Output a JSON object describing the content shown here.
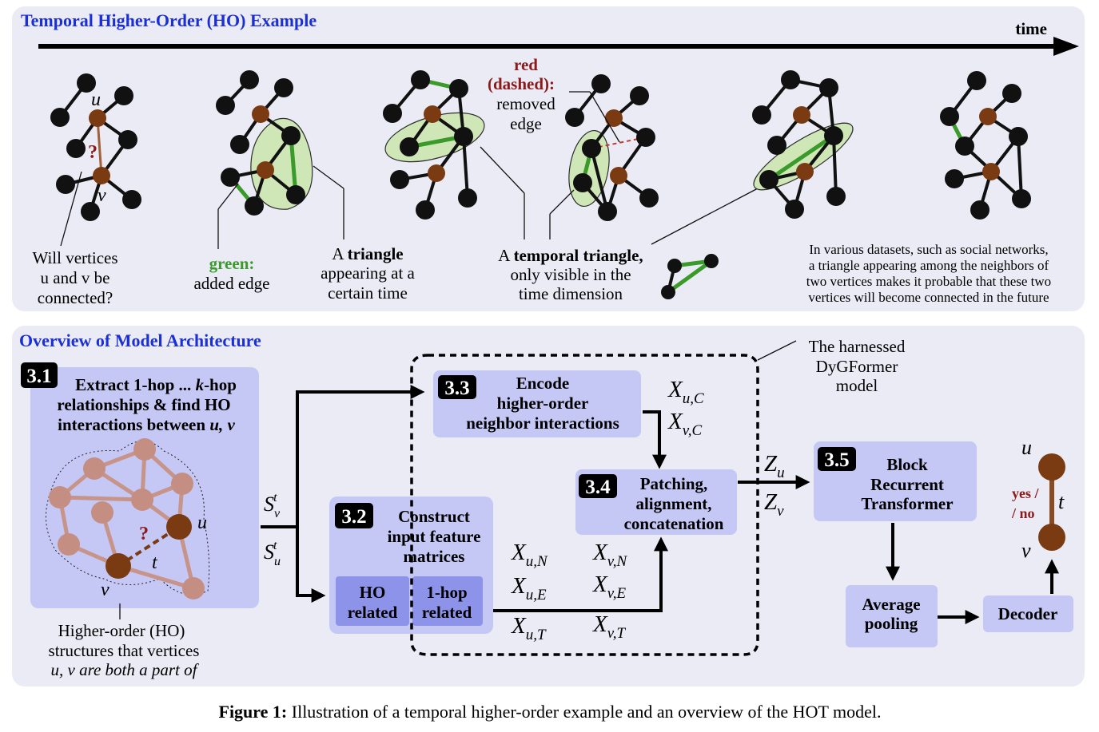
{
  "top_panel": {
    "title": "Temporal Higher-Order (HO) Example",
    "time_label": "time",
    "u_label": "u",
    "v_label": "v",
    "question_mark": "?",
    "q1": [
      "Will vertices",
      "u and v be",
      "connected?"
    ],
    "green_label": "green:",
    "green_desc": "added edge",
    "triangle_pre": "A ",
    "triangle_bold": "triangle",
    "triangle_rest": [
      "appearing at a",
      "certain time"
    ],
    "red_label": [
      "red",
      "(dashed):"
    ],
    "red_desc": [
      "removed",
      "edge"
    ],
    "temporal_pre": "A ",
    "temporal_bold": "temporal triangle,",
    "temporal_rest": [
      "only visible in the",
      "time dimension"
    ],
    "dataset_note": [
      "In various datasets, such as social networks,",
      "a triangle appearing among the neighbors of",
      "two vertices makes it probable that these two",
      "vertices will become connected in the future"
    ]
  },
  "bottom_panel": {
    "title": "Overview of Model Architecture",
    "s31": {
      "badge": "3.1",
      "lines": [
        "Extract 1-hop ... ",
        "relationships & find HO",
        "interactions between "
      ],
      "k": "k",
      "khop": "-hop",
      "uv": "u, v",
      "u": "u",
      "v": "v",
      "t": "t",
      "q": "?"
    },
    "s31_caption": [
      "Higher-order (HO)",
      "structures that vertices",
      "u, v are both a part of"
    ],
    "s32": {
      "badge": "3.2",
      "lines": [
        "Construct",
        "input feature",
        "matrices"
      ],
      "ho_related": [
        "HO",
        "related"
      ],
      "hop_related": [
        "1-hop",
        "related"
      ]
    },
    "s33": {
      "badge": "3.3",
      "lines": [
        "Encode",
        "higher-order",
        "neighbor interactions"
      ]
    },
    "s34": {
      "badge": "3.4",
      "lines": [
        "Patching,",
        "alignment,",
        "concatenation"
      ]
    },
    "s35": {
      "badge": "3.5",
      "lines": [
        "Block",
        "Recurrent",
        "Transformer"
      ]
    },
    "pooling": [
      "Average",
      "pooling"
    ],
    "decoder": "Decoder",
    "dygformer_note": [
      "The harnessed",
      "DyGFormer",
      "model"
    ],
    "math": {
      "Svt": "S",
      "Sut": "S",
      "XuC": "X",
      "XvC": "X",
      "XuN": "X",
      "XvN": "X",
      "XuE": "X",
      "XvE": "X",
      "XuT": "X",
      "XvT": "X",
      "Zu": "Z",
      "Zv": "Z"
    },
    "output": {
      "u": "u",
      "v": "v",
      "t": "t",
      "yes": "yes /",
      "no": "/ no"
    }
  },
  "caption": {
    "label": "Figure 1:",
    "text": " Illustration of a temporal higher-order example and an overview of the HOT model."
  },
  "colors": {
    "title_blue": "#1a2fd6",
    "green_edge": "#3a9a2a",
    "brown_node": "#7a3a12",
    "red_text": "#8b1a1a",
    "panel_bg": "#ebebf6",
    "box_bg": "#c5c7f5"
  }
}
